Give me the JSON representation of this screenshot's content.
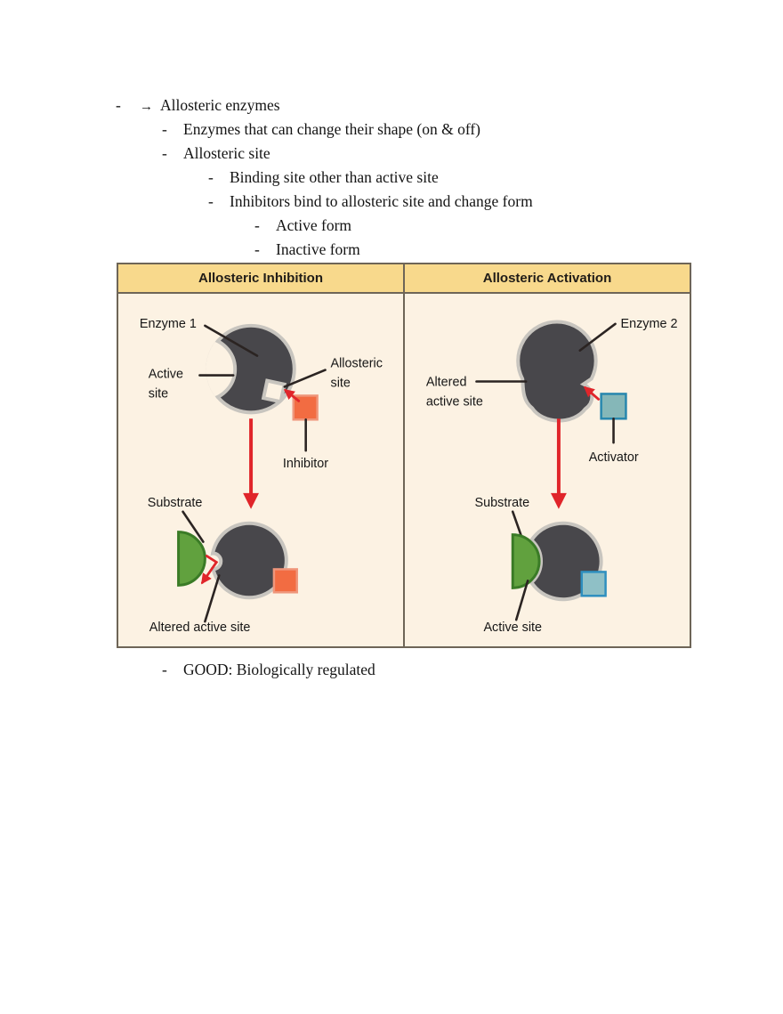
{
  "notes": {
    "lines": [
      {
        "bullet": "-",
        "arrow": "→",
        "text": "Allosteric enzymes"
      },
      {
        "bullet": "-",
        "text": "Enzymes that can change their shape (on & off)"
      },
      {
        "bullet": "-",
        "text": "Allosteric site"
      },
      {
        "bullet": "-",
        "text": "Binding site other than active site"
      },
      {
        "bullet": "-",
        "text": "Inhibitors bind to allosteric site and change form"
      },
      {
        "bullet": "-",
        "text": "Active form"
      },
      {
        "bullet": "-",
        "text": "Inactive form"
      }
    ],
    "footer_bullet": "-",
    "footer_text": "GOOD: Biologically regulated"
  },
  "figure": {
    "header_left": "Allosteric Inhibition",
    "header_right": "Allosteric Activation",
    "left": {
      "enzyme_label": "Enzyme 1",
      "active_site_1": "Active",
      "active_site_2": "site",
      "allosteric_1": "Allosteric",
      "allosteric_2": "site",
      "inhibitor_label": "Inhibitor",
      "substrate_label": "Substrate",
      "altered_label": "Altered active site"
    },
    "right": {
      "enzyme_label": "Enzyme 2",
      "altered_1": "Altered",
      "altered_2": "active site",
      "activator_label": "Activator",
      "substrate_label": "Substrate",
      "active_site_label": "Active site"
    },
    "colors": {
      "header_bg": "#f8d98c",
      "table_border": "#6e6557",
      "panel_bg": "#fcf2e3",
      "enzyme_fill": "#48474b",
      "enzyme_outline": "#c8c5bf",
      "substrate_green": "#61a13e",
      "substrate_border": "#3a7b26",
      "inhibitor_orange": "#f26c42",
      "activator_teal": "#85b7b8",
      "activator_border": "#2787ae",
      "arrow_red": "#e0252a",
      "leader_black": "#2b2422"
    }
  }
}
